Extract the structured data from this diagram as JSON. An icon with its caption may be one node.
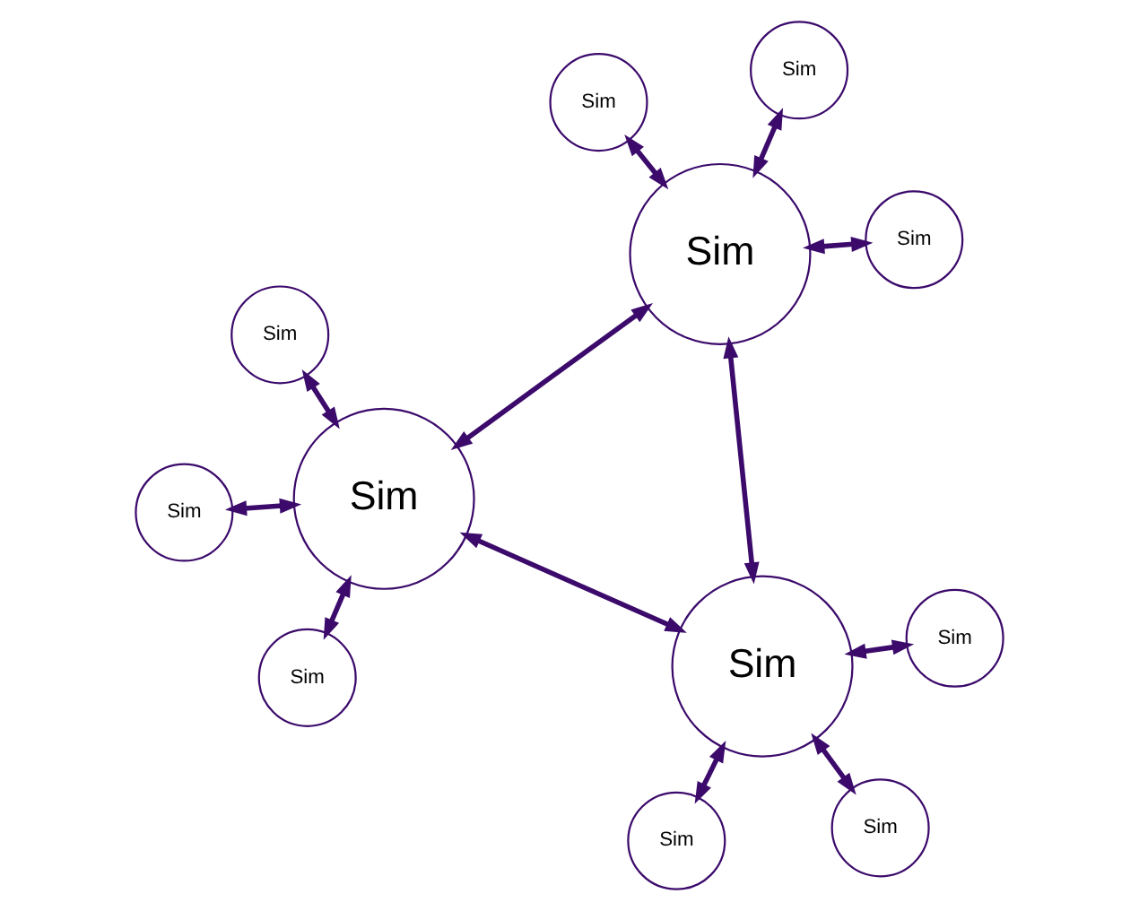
{
  "diagram": {
    "nodes": [
      {
        "text": [
          "Sim"
        ]
      },
      {
        "text": [
          "Sim"
        ]
      },
      {
        "text": [
          "Sim"
        ]
      },
      {
        "text": [
          "Sim"
        ]
      },
      {
        "text": [
          "Sim"
        ]
      },
      {
        "text": [
          "Sim"
        ]
      },
      {
        "text": [
          "Sim"
        ]
      },
      {
        "text": [
          "Sim"
        ]
      },
      {
        "text": [
          "Sim"
        ]
      },
      {
        "text": [
          "Sim"
        ]
      },
      {
        "text": [
          "Sim"
        ]
      },
      {
        "text": [
          "Sim"
        ]
      }
    ],
    "edges": [
      {
        "from": 0,
        "to": 1,
        "arrow": "both"
      },
      {
        "from": 0,
        "to": 2,
        "arrow": "both"
      },
      {
        "from": 1,
        "to": 2,
        "arrow": "both"
      },
      {
        "from": 3,
        "to": 1,
        "arrow": "both"
      },
      {
        "from": 1,
        "to": 4,
        "arrow": "both"
      },
      {
        "from": 1,
        "to": 5,
        "arrow": "both"
      },
      {
        "from": 6,
        "to": 0,
        "arrow": "both"
      },
      {
        "from": 7,
        "to": 0,
        "arrow": "both"
      },
      {
        "from": 8,
        "to": 0,
        "arrow": "both"
      },
      {
        "from": 2,
        "to": 9,
        "arrow": "both"
      },
      {
        "from": 2,
        "to": 10,
        "arrow": "both"
      },
      {
        "from": 2,
        "to": 11,
        "arrow": "both"
      }
    ]
  }
}
